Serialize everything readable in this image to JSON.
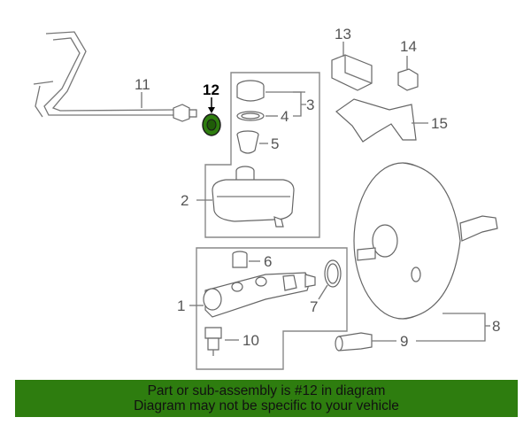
{
  "callouts": {
    "c1": "1",
    "c2": "2",
    "c3": "3",
    "c4": "4",
    "c5": "5",
    "c6": "6",
    "c7": "7",
    "c8": "8",
    "c9": "9",
    "c10": "10",
    "c11": "11",
    "c12": "12",
    "c13": "13",
    "c14": "14",
    "c15": "15"
  },
  "highlight": {
    "part": "12",
    "color": "#2e7d0f"
  },
  "banner": {
    "line1": "Part or sub-assembly is #12 in diagram",
    "line2": "Diagram may not be specific to your vehicle",
    "background": "#2e7d0f"
  }
}
